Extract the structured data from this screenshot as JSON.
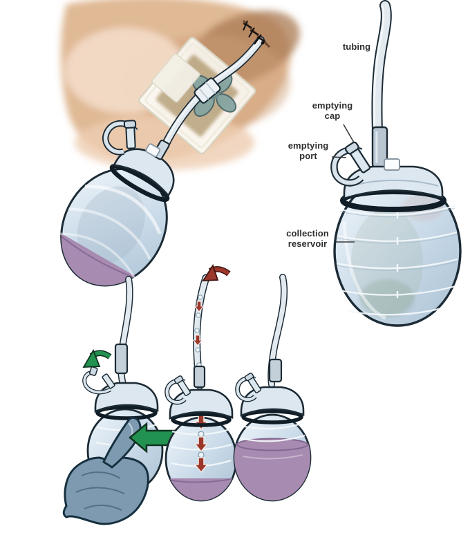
{
  "page": {
    "background": "#ffffff"
  },
  "diagram": {
    "labels": {
      "tubing": "tubing",
      "emptying_cap": "emptying cap",
      "emptying_port": "emptying port",
      "collection_reservoir": "collection reservoir"
    }
  },
  "colors": {
    "fluid": "#a88bb1",
    "fluid_surface": "#84678f",
    "bulb": "#cfdfeb",
    "glove": "#7e9ab0",
    "green_arrow": "#239251",
    "red_arrow": "#9c372b",
    "skin": "#e0b995",
    "outline": "#1c2b35",
    "label_text": "#2f2f2f"
  },
  "icons": {
    "squeeze_arrow": "arrow-left",
    "cap_removed_arrow": "curved-arrow-down-left",
    "fluid_entry_arrow": "curved-arrow-down-left",
    "flow_arrow": "arrow-down",
    "droplet": "circle-droplet"
  }
}
